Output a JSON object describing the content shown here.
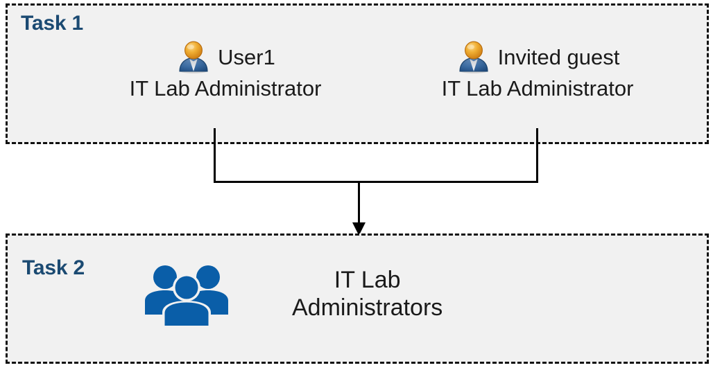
{
  "diagram": {
    "title_task1": "Task 1",
    "title_task2": "Task 2",
    "accent_color": "#1B4A72",
    "box_fill": "#F1F1F1",
    "box_border": "#111111",
    "group_icon_color": "#0A5EA8",
    "avatar_head_color": "#E9A227",
    "avatar_body_color": "#3C6FA8",
    "connector_color": "#000000"
  },
  "task1": {
    "label": "Task 1",
    "people": [
      {
        "icon": "single-user-icon",
        "name": "User1",
        "role": "IT Lab Administrator"
      },
      {
        "icon": "single-user-icon",
        "name": "Invited guest",
        "role": "IT Lab Administrator"
      }
    ]
  },
  "task2": {
    "label": "Task 2",
    "group": {
      "icon": "user-group-icon",
      "name": "IT Lab\nAdministrators"
    }
  },
  "connector": {
    "type": "merge-arrow",
    "from": [
      "User1",
      "Invited guest"
    ],
    "to": "IT Lab Administrators"
  }
}
